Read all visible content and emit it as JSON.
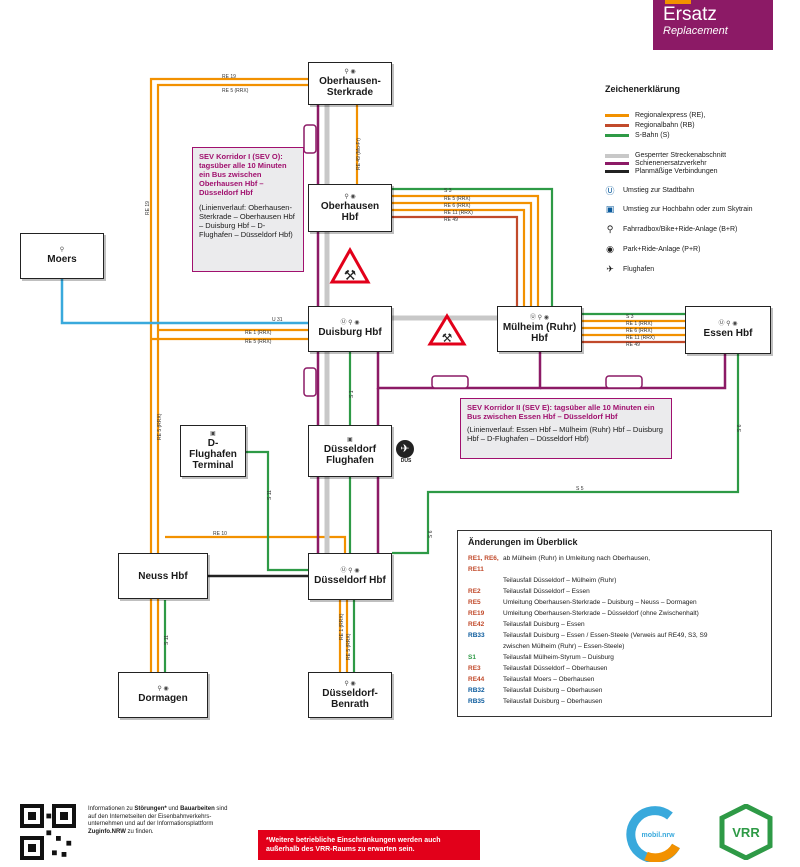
{
  "badge": {
    "title": "Ersatz",
    "subtitle": "Replacement"
  },
  "colors": {
    "re": "#f29100",
    "rb": "#c14a2b",
    "s": "#2e9a46",
    "stadtbahn": "#39a9dc",
    "sev": "#8c1a66",
    "closed": "#c8c8c8",
    "purple_text": "#a0106e"
  },
  "stations": {
    "sterkrade": "Oberhausen-\nSterkrade",
    "oberhausen": "Oberhausen Hbf",
    "moers": "Moers",
    "duisburg": "Duisburg Hbf",
    "muelheim": "Mülheim (Ruhr)\nHbf",
    "essen": "Essen Hbf",
    "flughafen": "Düsseldorf\nFlughafen",
    "terminal": "D-Flughafen\nTerminal",
    "neuss": "Neuss Hbf",
    "duesseldorf": "Düsseldorf Hbf",
    "dormagen": "Dormagen",
    "benrath": "Düsseldorf-\nBenrath"
  },
  "line_labels": {
    "re19_top": "RE 19",
    "re5_top": "RE 5 (RRX)",
    "re49": "RE 49 (Mo-Fr)",
    "s3": "S 3",
    "re5_ob": "RE 5 (RRX)",
    "re6_ob": "RE 6 (RRX)",
    "re11_ob": "RE 11 (RRX)",
    "re49_ob": "RE 49",
    "u31": "U 31",
    "re1_du": "RE 1 (RRX)",
    "re5_du": "RE 5 (RRX)",
    "s3_me": "S 3",
    "re1_me": "RE 1 (RRX)",
    "re6_me": "RE 6 (RRX)",
    "re11_me": "RE 11 (RRX)",
    "re49_me": "RE 49",
    "re19_left": "RE 19",
    "s1": "S 1",
    "s5": "S 5",
    "s6_right": "S 6",
    "s6": "S 6",
    "s11": "S 11",
    "re10": "RE 10",
    "re5_l": "RE 5 (RRX)",
    "re1_b": "RE 1 (RRX)",
    "re5_b": "RE 5 (RRX)",
    "s11_b": "S 11"
  },
  "sev1": {
    "title": "SEV Korridor I (SEV O): tagsüber alle 10 Minuten ein Bus zwischen Oberhausen Hbf – Düsseldorf Hbf",
    "route": "(Linienverlauf: Oberhausen-Sterkrade – Oberhausen Hbf – Duisburg Hbf – D-Flughafen – Düsseldorf Hbf)"
  },
  "sev2": {
    "title": "SEV Korridor II (SEV E): tagsüber alle 10 Minuten ein Bus zwischen Essen Hbf – Düsseldorf Hbf",
    "route": "(Linienverlauf: Essen Hbf – Mülheim (Ruhr) Hbf – Duisburg Hbf – D-Flughafen – Düsseldorf Hbf)"
  },
  "airport_code": "DUS",
  "legend": {
    "title": "Zeichenerklärung",
    "re": "Regionalexpress (RE),",
    "rb": "Regionalbahn (RB)",
    "s": "S-Bahn (S)",
    "closed": "Gesperrter Streckenabschnitt",
    "sev": "Schienenersatzverkehr",
    "planned": "Planmäßige Verbindungen",
    "stadtbahn": "Umstieg zur Stadtbahn",
    "hochbahn": "Umstieg zur Hochbahn oder zum Skytrain",
    "bike": "Fahrradbox/Bike+Ride-Anlage (B+R)",
    "pr": "Park+Ride-Anlage (P+R)",
    "airport": "Flughafen"
  },
  "changes": {
    "title": "Änderungen im Überblick",
    "rows": [
      {
        "code": "RE1, RE6, RE11",
        "text": "ab Mülheim (Ruhr) in Umleitung nach Oberhausen,"
      },
      {
        "code": "",
        "text": "Teilausfall Düsseldorf – Mülheim (Ruhr)"
      },
      {
        "code": "RE2",
        "text": "Teilausfall Düsseldorf – Essen"
      },
      {
        "code": "RE5",
        "text": "Umleitung Oberhausen-Sterkrade – Duisburg – Neuss – Dormagen"
      },
      {
        "code": "RE19",
        "text": "Umleitung Oberhausen-Sterkrade – Düsseldorf (ohne Zwischenhalt)"
      },
      {
        "code": "RE42",
        "text": "Teilausfall Duisburg – Essen"
      },
      {
        "code": "RB33",
        "text": "Teilausfall Duisburg – Essen / Essen-Steele (Verweis auf RE49, S3, S9"
      },
      {
        "code": "",
        "text": "zwischen Mülheim (Ruhr) – Essen-Steele)"
      },
      {
        "code": "S1",
        "text": "Teilausfall Mülheim-Styrum – Duisburg"
      },
      {
        "code": "RE3",
        "text": "Teilausfall Düsseldorf – Oberhausen"
      },
      {
        "code": "RE44",
        "text": "Teilausfall Moers – Oberhausen"
      },
      {
        "code": "RB32",
        "text": "Teilausfall Duisburg – Oberhausen"
      },
      {
        "code": "RB35",
        "text": "Teilausfall Duisburg – Oberhausen"
      }
    ]
  },
  "footer": {
    "info_1": "Informationen zu ",
    "info_b1": "Störungen*",
    "info_2": " und ",
    "info_b2": "Bauarbeiten",
    "info_3": " sind auf den Internetseiten der Eisenbahnverkehrs- unternehmen und auf der Informationsplattform ",
    "info_b3": "Zuginfo.NRW",
    "info_4": " zu finden.",
    "notice": "*Weitere betriebliche Einschränkungen werden auch außerhalb des VRR-Raums zu erwarten sein.",
    "logo_mobil": "mobil.nrw",
    "logo_vrr": "VRR"
  }
}
